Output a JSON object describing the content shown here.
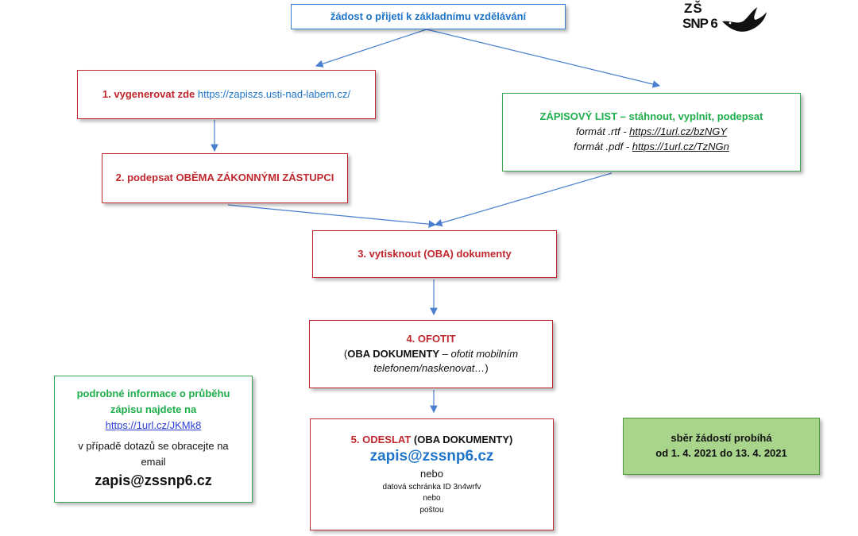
{
  "colors": {
    "blue": "#1f75c9",
    "red": "#c0272d",
    "green": "#1fae4b",
    "arrow": "#4a7fcf",
    "green_fill": "#a8d48c"
  },
  "top": {
    "label": "žádost o přijetí k základnímu vzdělávání"
  },
  "logo": {
    "text_top": "ZŠ",
    "text_bottom": "SNP 6",
    "icon": "dove-icon"
  },
  "step1": {
    "label": "1. vygenerovat zde",
    "url": "https://zapiszs.usti-nad-labem.cz/"
  },
  "zapis": {
    "title": "ZÁPISOVÝ LIST – stáhnout, vyplnit, podepsat",
    "rtf_label": "formát .rtf -",
    "rtf_url": "https://1url.cz/bzNGY",
    "pdf_label": "formát .pdf -",
    "pdf_url": "https://1url.cz/TzNGn"
  },
  "step2": {
    "label": "2. podepsat OBĚMA ZÁKONNÝMI ZÁSTUPCI"
  },
  "step3": {
    "label": "3. vytisknout (OBA) dokumenty"
  },
  "step4": {
    "title": "4. OFOTIT",
    "paren_open": "(",
    "bold": "OBA DOKUMENTY",
    "dash": " – ",
    "italic1": "ofotit mobilním",
    "italic2": "telefonem/naskenovat…",
    "paren_close": ")"
  },
  "step5": {
    "title": "5. ODESLAT",
    "title_rest": " (OBA DOKUMENTY)",
    "email": "zapis@zssnp6.cz",
    "or1": "nebo",
    "ds": "datová schránka ID 3n4wrfv",
    "or2": "nebo",
    "post": "poštou"
  },
  "info": {
    "line1": "podrobné informace o průběhu",
    "line2": "zápisu najdete na",
    "url": "https://1url.cz/JKMk8",
    "q1": "v případě dotazů se obracejte na",
    "q2": "email",
    "email": "zapis@zssnp6.cz"
  },
  "dates": {
    "line1": "sběr žádostí probíhá",
    "line2": "od 1. 4. 2021 do 13. 4. 2021"
  }
}
